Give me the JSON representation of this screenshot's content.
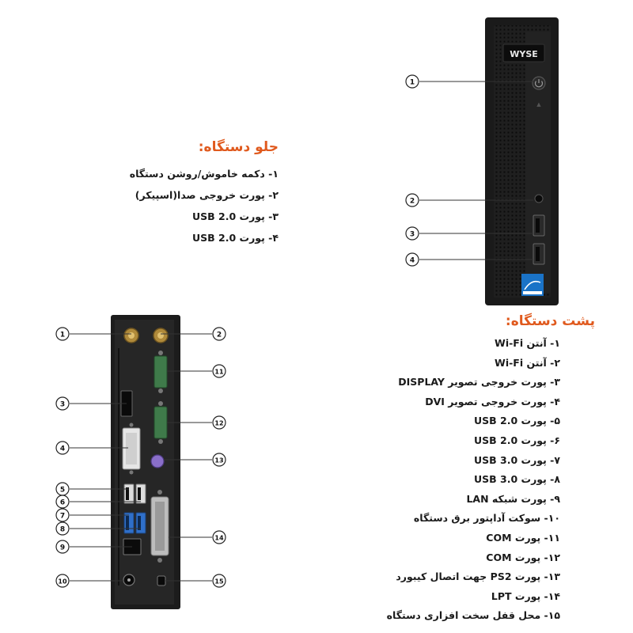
{
  "front": {
    "heading": "جلو دستگاه:",
    "brand": "WYSE",
    "items": [
      "۱- دکمه خاموش/روشن دستگاه",
      "۲-  پورت خروجی صدا(اسپیکر)",
      "۳- پورت USB 2.0",
      "۴- پورت USB 2.0"
    ],
    "callouts": [
      "1",
      "2",
      "3",
      "4"
    ]
  },
  "back": {
    "heading": "پشت دستگاه:",
    "items": [
      "۱- آنتن Wi-Fi",
      "۲- آنتن Wi-Fi",
      "۳- پورت خروجی تصویر DISPLAY",
      "۴- پورت خروجی تصویر DVI",
      "۵- پورت USB 2.0",
      "۶- پورت USB 2.0",
      "۷- پورت USB 3.0",
      "۸-  پورت USB 3.0",
      "۹- پورت شبکه LAN",
      "۱۰- سوکت آداپتور برق دستگاه",
      "۱۱- پورت COM",
      "۱۲- پورت COM",
      "۱۳- پورت PS2 جهت اتصال کیبورد",
      "۱۴- پورت LPT",
      "۱۵- محل قفل سخت افزاری دستگاه"
    ],
    "callouts": [
      "1",
      "2",
      "3",
      "4",
      "5",
      "6",
      "7",
      "8",
      "9",
      "10",
      "11",
      "12",
      "13",
      "14",
      "15"
    ]
  },
  "colors": {
    "heading": "#e05a1e",
    "body_text": "#1a1a1a",
    "device": "#1c1c1c",
    "usb3": "#2f6fc9",
    "serial": "#3f7a4a",
    "ps2": "#8a6fc9",
    "antenna": "#b08a3a",
    "energy_star": "#1a73c7"
  }
}
